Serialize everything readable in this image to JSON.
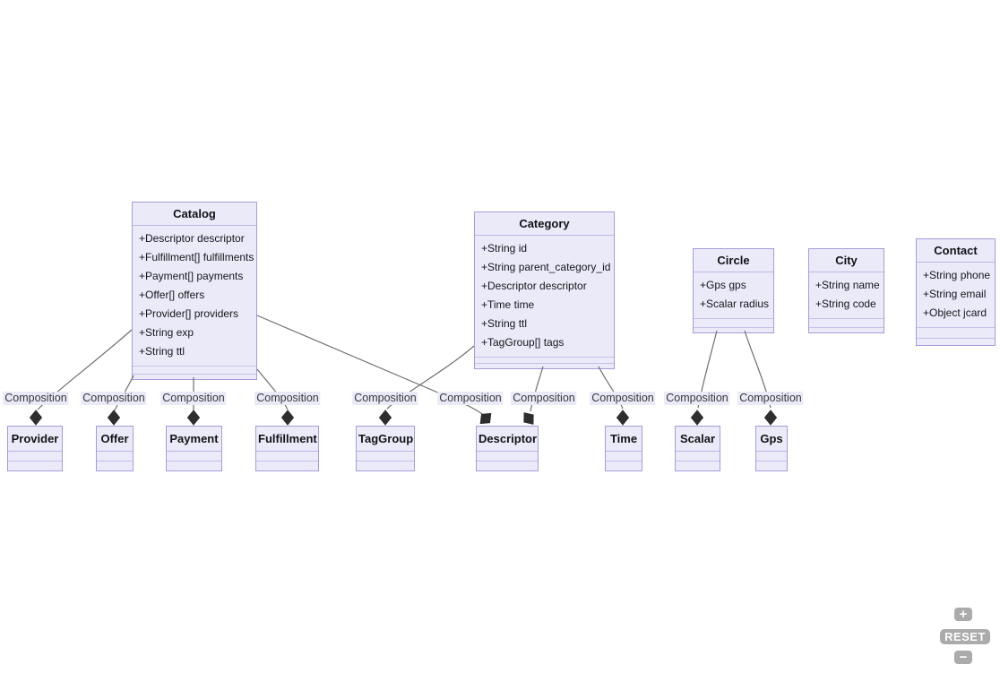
{
  "diagram": {
    "classes": {
      "catalog": {
        "name": "Catalog",
        "attributes": [
          "+Descriptor descriptor",
          "+Fulfillment[] fulfillments",
          "+Payment[] payments",
          "+Offer[] offers",
          "+Provider[] providers",
          "+String exp",
          "+String ttl"
        ]
      },
      "category": {
        "name": "Category",
        "attributes": [
          "+String id",
          "+String parent_category_id",
          "+Descriptor descriptor",
          "+Time time",
          "+String ttl",
          "+TagGroup[] tags"
        ]
      },
      "circle": {
        "name": "Circle",
        "attributes": [
          "+Gps gps",
          "+Scalar radius"
        ]
      },
      "city": {
        "name": "City",
        "attributes": [
          "+String name",
          "+String code"
        ]
      },
      "contact": {
        "name": "Contact",
        "attributes": [
          "+String phone",
          "+String email",
          "+Object jcard"
        ]
      },
      "provider": {
        "name": "Provider",
        "attributes": []
      },
      "offer": {
        "name": "Offer",
        "attributes": []
      },
      "payment": {
        "name": "Payment",
        "attributes": []
      },
      "fulfillment": {
        "name": "Fulfillment",
        "attributes": []
      },
      "taggroup": {
        "name": "TagGroup",
        "attributes": []
      },
      "descriptor": {
        "name": "Descriptor",
        "attributes": []
      },
      "time": {
        "name": "Time",
        "attributes": []
      },
      "scalar": {
        "name": "Scalar",
        "attributes": []
      },
      "gps": {
        "name": "Gps",
        "attributes": []
      }
    },
    "relations": [
      {
        "label": "Composition",
        "from": "Catalog",
        "to": "Provider"
      },
      {
        "label": "Composition",
        "from": "Catalog",
        "to": "Offer"
      },
      {
        "label": "Composition",
        "from": "Catalog",
        "to": "Payment"
      },
      {
        "label": "Composition",
        "from": "Catalog",
        "to": "Fulfillment"
      },
      {
        "label": "Composition",
        "from": "Category",
        "to": "TagGroup"
      },
      {
        "label": "Composition",
        "from": "Catalog",
        "to": "Descriptor"
      },
      {
        "label": "Composition",
        "from": "Category",
        "to": "Descriptor"
      },
      {
        "label": "Composition",
        "from": "Category",
        "to": "Time"
      },
      {
        "label": "Composition",
        "from": "Circle",
        "to": "Scalar"
      },
      {
        "label": "Composition",
        "from": "Circle",
        "to": "Gps"
      }
    ],
    "colors": {
      "node_fill": "#eaeaf9",
      "node_border": "#a79bdc",
      "separator": "#c8c0e9",
      "edge": "#6f6f6f",
      "diamond": "#2e2e2e",
      "label_bg": "#e9e9f7",
      "label_text": "#3a3a3a",
      "control_bg": "#ababab",
      "control_text": "#ffffff"
    }
  },
  "controls": {
    "zoom_in": "+",
    "reset": "RESET",
    "zoom_out": "−"
  }
}
